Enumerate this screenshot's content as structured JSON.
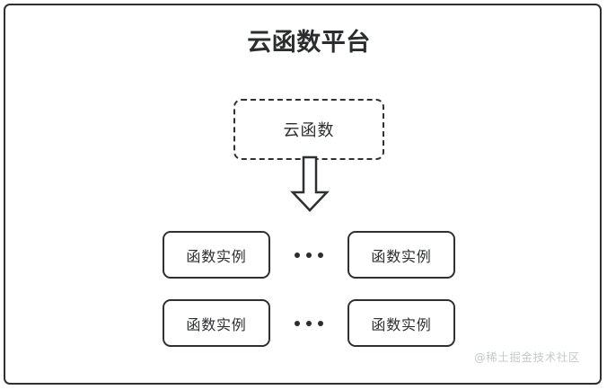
{
  "diagram": {
    "type": "architecture-diagram",
    "background_color": "#ffffff",
    "stroke_color": "#2f3032",
    "text_color": "#2d2e30",
    "platform": {
      "title": "云函数平台",
      "border_style": "solid",
      "cloud_function": {
        "label": "云函数",
        "border_style": "dashed"
      },
      "arrow": {
        "icon_name": "down-block-arrow",
        "direction": "down"
      },
      "instance_rows": [
        {
          "left": {
            "label": "函数实例"
          },
          "separator": "...",
          "right": {
            "label": "函数实例"
          }
        },
        {
          "left": {
            "label": "函数实例"
          },
          "separator": "...",
          "right": {
            "label": "函数实例"
          }
        }
      ]
    },
    "watermark": "@稀土掘金技术社区"
  }
}
